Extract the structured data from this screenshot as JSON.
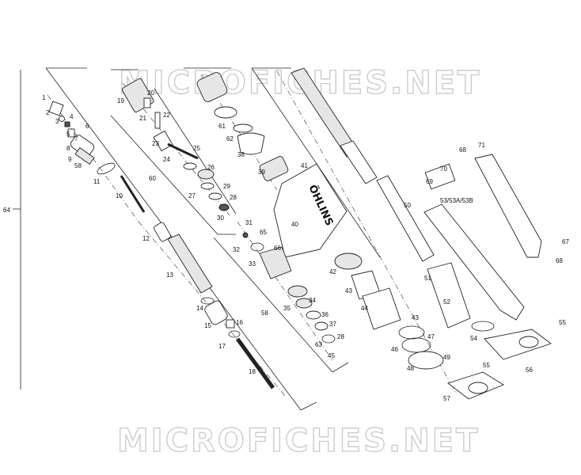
{
  "watermark": {
    "top": "MICROFICHES.NET",
    "bottom": "MICROFICHES.NET"
  },
  "brand_text": "ÖHLINS",
  "callouts": [
    {
      "id": "c1",
      "label": "1"
    },
    {
      "id": "c2",
      "label": "2"
    },
    {
      "id": "c3",
      "label": "3"
    },
    {
      "id": "c4",
      "label": "4"
    },
    {
      "id": "c5",
      "label": "5"
    },
    {
      "id": "c6",
      "label": "6"
    },
    {
      "id": "c7",
      "label": "7"
    },
    {
      "id": "c8",
      "label": "8"
    },
    {
      "id": "c9",
      "label": "9"
    },
    {
      "id": "c58a",
      "label": "58"
    },
    {
      "id": "c10",
      "label": "10"
    },
    {
      "id": "c11",
      "label": "11"
    },
    {
      "id": "c12",
      "label": "12"
    },
    {
      "id": "c13",
      "label": "13"
    },
    {
      "id": "c14",
      "label": "14"
    },
    {
      "id": "c15",
      "label": "15"
    },
    {
      "id": "c16",
      "label": "16"
    },
    {
      "id": "c17",
      "label": "17"
    },
    {
      "id": "c18",
      "label": "18"
    },
    {
      "id": "c19",
      "label": "19"
    },
    {
      "id": "c20",
      "label": "20"
    },
    {
      "id": "c21",
      "label": "21"
    },
    {
      "id": "c22",
      "label": "22"
    },
    {
      "id": "c23",
      "label": "23"
    },
    {
      "id": "c24",
      "label": "24"
    },
    {
      "id": "c25",
      "label": "25"
    },
    {
      "id": "c26",
      "label": "26"
    },
    {
      "id": "c27",
      "label": "27"
    },
    {
      "id": "c28a",
      "label": "28"
    },
    {
      "id": "c29",
      "label": "29"
    },
    {
      "id": "c30",
      "label": "30"
    },
    {
      "id": "c60",
      "label": "60"
    },
    {
      "id": "c61",
      "label": "61"
    },
    {
      "id": "c62",
      "label": "62"
    },
    {
      "id": "c38",
      "label": "38"
    },
    {
      "id": "c39",
      "label": "39"
    },
    {
      "id": "c41",
      "label": "41"
    },
    {
      "id": "c40",
      "label": "40"
    },
    {
      "id": "c31",
      "label": "31"
    },
    {
      "id": "c65",
      "label": "65"
    },
    {
      "id": "c32",
      "label": "32"
    },
    {
      "id": "c66",
      "label": "66"
    },
    {
      "id": "c33",
      "label": "33"
    },
    {
      "id": "c34",
      "label": "34"
    },
    {
      "id": "c35",
      "label": "35"
    },
    {
      "id": "c36",
      "label": "36"
    },
    {
      "id": "c37",
      "label": "37"
    },
    {
      "id": "c58b",
      "label": "58"
    },
    {
      "id": "c63",
      "label": "63"
    },
    {
      "id": "c28b",
      "label": "28"
    },
    {
      "id": "c45",
      "label": "45"
    },
    {
      "id": "c42",
      "label": "42"
    },
    {
      "id": "c43a",
      "label": "43"
    },
    {
      "id": "c44",
      "label": "44"
    },
    {
      "id": "c43b",
      "label": "43"
    },
    {
      "id": "c47",
      "label": "47"
    },
    {
      "id": "c46",
      "label": "46"
    },
    {
      "id": "c48",
      "label": "48"
    },
    {
      "id": "c49",
      "label": "49"
    },
    {
      "id": "c50",
      "label": "50"
    },
    {
      "id": "c51",
      "label": "51"
    },
    {
      "id": "c52",
      "label": "52"
    },
    {
      "id": "c53",
      "label": "53/53A/53B"
    },
    {
      "id": "c54",
      "label": "54"
    },
    {
      "id": "c55a",
      "label": "55"
    },
    {
      "id": "c55b",
      "label": "55"
    },
    {
      "id": "c56",
      "label": "56"
    },
    {
      "id": "c57",
      "label": "57"
    },
    {
      "id": "c68a",
      "label": "68"
    },
    {
      "id": "c71",
      "label": "71"
    },
    {
      "id": "c70",
      "label": "70"
    },
    {
      "id": "c69",
      "label": "69"
    },
    {
      "id": "c67",
      "label": "67"
    },
    {
      "id": "c68b",
      "label": "68"
    },
    {
      "id": "c64",
      "label": "64"
    }
  ]
}
